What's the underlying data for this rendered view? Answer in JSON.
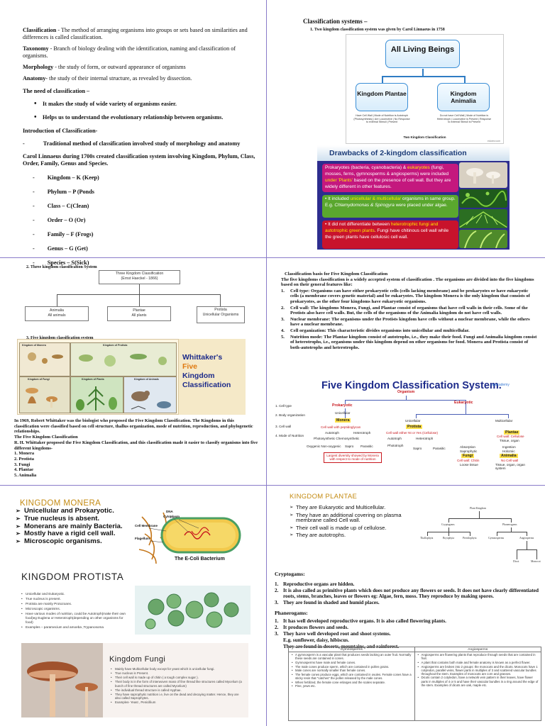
{
  "panel1": {
    "classification_term": "Classification",
    "classification_def": " - The method of arranging organisms into groups or sets based on similarities and differences is called classification.",
    "taxonomy_term": "Taxonomy",
    "taxonomy_def": " - Branch of biology dealing with the identification, naming and classification of organisms.",
    "morphology_term": "Morphology",
    "morphology_def": " - the study of form, or outward appearance of organisms",
    "anatomy_term": "Anatomy-",
    "anatomy_def": " the study of their internal structure, as revealed by dissection.",
    "need_heading": "The need of classification –",
    "need_points": [
      "It makes the study of wide variety of organisms easier.",
      "Helps us to understand the evolutionary relationship between organisms."
    ],
    "intro_heading": "Introduction of Classification-",
    "dash_mark": "-",
    "intro_point": "Traditional method of classification involved study of morphology and anatomy",
    "linnaeus_text": "Carol Linnaeus during 1700s created classification system involving Kingdom, Phylum, Class, Order, Family, Genus and Species.",
    "ranks": [
      "Kingdom – K (Keep)",
      "Phylum – P (Ponds",
      "Class – C(Clean)",
      "Order – O (Or)",
      "Family – F (Frogs)",
      "Genus – G (Get)",
      "Species – S(Sick)"
    ],
    "rank_dash": "-"
  },
  "panel2": {
    "title": "Classification systems –",
    "subtitle": "1.   Two kingdom classification system was given by Carol Linnaeus in 1758",
    "all_living": "All Living Beings",
    "kingdom_plantae": "Kingdom Plantae",
    "kingdom_animalia": "Kingdom Animalia",
    "plantae_notes": "Have Cell Wall | Mode of Nutrition is Autotroph (Photosynthesis) | Are Locomotive | No Response to external Stimuli | Present",
    "animalia_notes": "Do not have Cell Wall | Mode of Nutrition is Heterotroph | Locomotive is Present | Response to external Stimuli is Present",
    "image_caption": "Two Kingdom Classification",
    "image_source": "edurev.com",
    "drawbacks_title": "Drawbacks of 2-kingdom classification",
    "drawback_pink_a": "Prokaryotes (bacteria, cyanobacteria) & ",
    "drawback_pink_b": "eukaryotes",
    "drawback_pink_c": " (fungi, mosses, ferns, gymnosperms & angiosperms) were included ",
    "drawback_pink_d": "under 'Plants'",
    "drawback_pink_e": " based on the presence of cell wall. But they are widely different in other features.",
    "drawback_green_a": "• It included ",
    "drawback_green_b": "unicellular & multicellular",
    "drawback_green_c": " organisms in same group. E.g. ",
    "drawback_green_d": "Chlamydomonas & Spirogyra",
    "drawback_green_e": " were placed under algae.",
    "drawback_red_a": "• It did not differentiate between ",
    "drawback_red_b": "heterotrophic fungi and autotrophic green plants",
    "drawback_red_c": ". Fungi have chitinous cell wall while the green plants have cellulosic cell wall."
  },
  "panel3": {
    "three_heading": "2.   Three kingdom classification System",
    "three_root": "Three Kingdom Classification",
    "three_root_sub": "(Ernst Haeckel - 1866)",
    "animalia": "Animalia",
    "animalia_sub": "All animals",
    "plantae": "Plantae",
    "plantae_sub": "All plants",
    "protista": "Protista",
    "protista_sub": "Unicellular Organisms",
    "five_heading": "3.   Five kingdom classification system",
    "five_img_labels": [
      "Kingdom of Monera",
      "Kingdom of Protista",
      "Kingdom of Fungi",
      "Kingdom of Plants",
      "Kingdom of Animals"
    ],
    "whittaker_1": "Whittaker's",
    "whittaker_2": "Five",
    "whittaker_3": "Kingdom",
    "whittaker_4": "Classification",
    "text_lines": [
      "In 1969, Robert Whittaker was the biologist who proposed the Five Kingdom Classification. The Kingdoms in this classification were classified based on cell structure, thallus organization, mode of nutrition, reproduction, and phylogenetic relationships.",
      "The Five Kingdom Classification",
      "R. H. Whittaker proposed the Five Kingdom Classification, and this classification made it easier to classify organisms into five different kingdoms-",
      "1. Monera",
      "2. Protista",
      "3. Fungi",
      "4. Plantae",
      "5. Animalia"
    ]
  },
  "panel4": {
    "title": "Classification basis for Five Kingdom Classification",
    "lead": "The five kingdoms classification is a widely accepted system of classification . The organisms are divided into the five kingdoms based on their general features like:",
    "items": [
      {
        "n": "1.",
        "term": "Cell type:",
        "text": " Organisms can have either prokaryotic cells (cells lacking membrane) and be prokaryotes or have eukaryotic cells (a membrane covers genetic material) and be eukaryotes. The kingdom Monera is the only kingdom that consists of prokaryotes, as the other four kingdoms have eukaryotic organisms."
      },
      {
        "n": "2.",
        "term": "Cell wall:",
        "text": " The kingdoms Monera, Fungi, and Plantae consist of organisms that have cell walls in their cells. Some of the Protists also have cell walls. But, the cells of the organisms of the Animalia kingdom do not have cell walls."
      },
      {
        "n": "3.",
        "term": "Nuclear membrane:",
        "text": " The organisms under the Protists kingdom have cells without a nuclear membrane, while the others have a nuclear membrane."
      },
      {
        "n": "4.",
        "term": "Cell organization:",
        "text": " This characteristic divides organisms into unicellular and multicellular."
      },
      {
        "n": "5.",
        "term": "Nutrition mode:",
        "text": " The Plantae kingdom consist of autotrophs, i.e., they make their food. Fungi and Animalia kingdom consist of heterotrophs, i.e., organisms under this kingdom depend on other organisms for food. Monera and Protista consist of both-autotrophs and heterotrophs."
      }
    ],
    "fks_title": "Five Kingdom Classification System.",
    "fks_badge": "unacademy",
    "fks": {
      "organism": "Organism",
      "prokaryotic": "Prokaryotic",
      "eukaryotic": "Eukaryotic",
      "unicellular_1": "Unicellular",
      "unicellular_2": "Unicellular",
      "multicellular": "Multicellular",
      "monera": "Monera",
      "protista": "Protista",
      "fungi": "Fungi",
      "plantae": "Plantae",
      "animalia": "Animalia",
      "row1": "1. Cell type",
      "row2": "2. Body organization",
      "row3": "3. Cell wall",
      "row4": "4. Mode of Nutrition",
      "cw_pepti": "Cell wall with peptidoglycan",
      "cw_either": "Cell wall either Nt or Yes (Cellulose)",
      "cw_cellulose": "Cell wall: Cellulose",
      "tissue": "Tissue, organ",
      "autotroph_1": "Autotroph",
      "heterotroph_1": "Heterotroph",
      "autotroph_2": "Autotroph",
      "heterotroph_2": "Heterotroph",
      "photo_chemo": "Photosynthetic  Chemosynthetic",
      "phototroph": "Phototroph",
      "oxy": "Oxygenic  Non-oxygenic",
      "sapro_1": "Sapro",
      "parasitic_1": "Parasitic",
      "sapro_2": "Sapro",
      "parasitic_2": "Parasitic",
      "absorption": "Absorption",
      "saprophytic": "Saprophytic",
      "fungi_b": "Fungi",
      "cw_chitin": "Cell wall: Chitin",
      "loose": "Loose tissue",
      "ingestion": "Ingestion",
      "holozoic": "Holozoic",
      "animalia_b": "Animalia",
      "no_cw": "No Cell wall",
      "tissue_organ": "Tissue, organ, organ system",
      "largest": "Largest diversity showed by Monera with respect to mode of nutrition"
    }
  },
  "panel5": {
    "monera_title": "KINGDOM  MONERA",
    "monera_points": [
      "Unicellular and Prokaryotic.",
      "True nucleus is absent.",
      "Monerans are mainly Bacteria.",
      "Mostly have a rigid cell wall.",
      "Microscopic organisms."
    ],
    "ecoli_caption": "The E-Coli Bacterium",
    "ecoli_labels": [
      "DNA",
      "Cytoplasm",
      "Cell Membrane",
      "Flagellum"
    ],
    "protista_title": "KINGDOM  PROTISTA",
    "protista_points": [
      "Unicellular and Eukaryotic.",
      "True nucleus is present.",
      "Protista are mainly Protozoans.",
      "Microscopic organisms.",
      "Have various modes of nutrition, could be Autotroph(make their own food)eg Euglena or Heterotroph(depending on other organisms for food)",
      "Examples – paramecium and amoeba ,Trypanosoma"
    ],
    "fungi_title": "Kingdom  Fungi",
    "fungi_points": [
      "Mainly have Multicellular body except for yeast which is unicellular fungi.",
      "True nucleus is Present.",
      "Their cell wall is made up of chitin ( a tough complex sugar ).",
      "Their body is in the form of interwoven mass of fine thread like structures called Mycelium (a bunch of fine thread structures are called Mycelium)",
      "The individual thread structure is called Hyphae.",
      "They have saprophytic nutrition i.e, live on the dead and decaying matter. Hence, they are also called Saprophytes.",
      "Examples- Yeast , Penicillium"
    ]
  },
  "panel6": {
    "plantae_title": "KINGDOM  PLANTAE",
    "plantae_points": [
      "They are Eukaryotic and Multicellular.",
      "They have an additional covering on plasma membrane called Cell wall.",
      "Their cell wall is made up of cellulose.",
      "They are autotrophs."
    ],
    "tree": {
      "root": "Plant Kingdom",
      "crypto": "Cryptogams",
      "phanero": "Phanerogams",
      "thallo": "Thallophyta",
      "bryo": "Bryophyta",
      "pterido": "Pteridophyta",
      "gymno": "Gymnosperms",
      "angio": "Angiosperms",
      "dicot": "Dicot",
      "monocot": "Monocot"
    },
    "crypto_heading": "Cryptogams:",
    "crypto_points": [
      {
        "n": "1.",
        "t": "Reproductive organs are hidden."
      },
      {
        "n": "2.",
        "t": "It is also called as primitive plants which does not produce any flowers or seeds. It does not have clearly differentiated roots, stems, branches, leaves or flowers eg: Algae, fern, moss. They reproduce by making spores."
      },
      {
        "n": "3.",
        "t": "They are found in shaded and humid places."
      }
    ],
    "phanero_heading": "Phanerogams:",
    "phanero_points": [
      {
        "n": "1.",
        "t": "It has well developed reproductive organs. It is also called flowering plants."
      },
      {
        "n": "2.",
        "t": "It produces flowers and seeds."
      },
      {
        "n": "3.",
        "t": "They have well developed root and shoot systems."
      },
      {
        "n": "",
        "t": "E.g. sunflower, daisy, hibiscus."
      },
      {
        "n": "",
        "t": "They are found in deserts, mountains, and rainforest."
      }
    ],
    "table": {
      "gymno_head": "Gymnosperms",
      "angio_head": "Angiosperms",
      "gymno_rows": [
        "A gymnosperm is a vascular plant that produces seeds lacking an outer fruit. Normally these seeds are contained in cones.",
        "Gymnosperms have male and female cones.",
        "The male cones produce sperm, which are contained in pollen grains.",
        "Male cones are normally smaller than female cones.",
        "The female cones produce eggs, which are contained in ovules. Female cones have a sticky resin that \"catches\" the pollen released by the male cones.",
        "When fertilized, the female cone enlarges and the scales separate.",
        "Pine, yews etc."
      ],
      "angio_rows": [
        "Angiosperms are flowering plants that reproduce through seeds that are contained in fruit.",
        "A plant that contains both male and female anatomy is known as a perfect flower.",
        "Angiosperms are broken into 2 groups: the monocots and the dicots. Monocots have 1 cotyledon, parallel veins, flower parts in multiples of 3 and scattered vascular bundles throughout the stem. Examples of monocots are corn and grasses.",
        "Dicots contain 2 cotyledon, have a network vein pattern in their leaves, have flower parts in multiples of 4 or 5 and have their vascular bundles in a ring around the edge of the stem. Examples of dicots are oak, maple etc."
      ]
    }
  },
  "colors": {
    "divider": "#8a7cc9",
    "kingdom_title": "#c48b12",
    "fks_title": "#1c2a8a",
    "drawbacks_bg": "#2d2d8e"
  }
}
